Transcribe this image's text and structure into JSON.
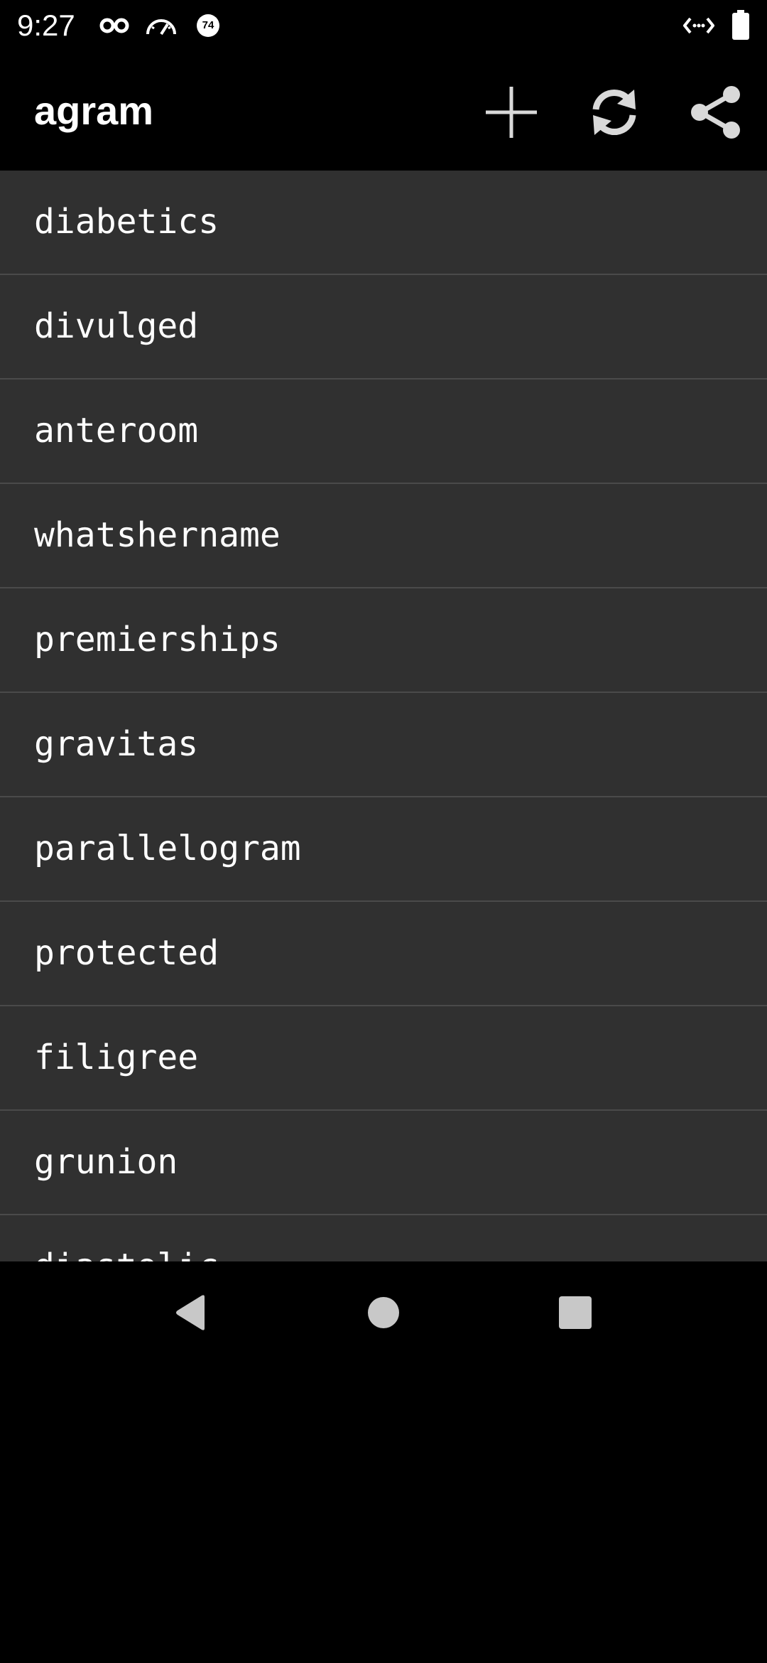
{
  "status_bar": {
    "time": "9:27",
    "notification_badge": "74",
    "icons": [
      "incognito-icon",
      "speedometer-icon",
      "badge-74-icon",
      "code-icon",
      "battery-icon"
    ]
  },
  "app_bar": {
    "title": "agram",
    "actions": [
      {
        "name": "add",
        "icon": "plus-icon"
      },
      {
        "name": "refresh",
        "icon": "refresh-icon"
      },
      {
        "name": "share",
        "icon": "share-icon"
      }
    ]
  },
  "words": [
    "diabetics",
    "divulged",
    "anteroom",
    "whatshername",
    "premierships",
    "gravitas",
    "parallelogram",
    "protected",
    "filigree",
    "grunion",
    "diastolic"
  ],
  "nav_bar": {
    "buttons": [
      "back-icon",
      "home-icon",
      "recents-icon"
    ]
  },
  "colors": {
    "background": "#000000",
    "list_row": "#303030",
    "divider": "#4a4a4a",
    "text": "#ffffff",
    "toolbar_icon": "#d9d9d9",
    "nav_icon": "#c8c8c8"
  }
}
